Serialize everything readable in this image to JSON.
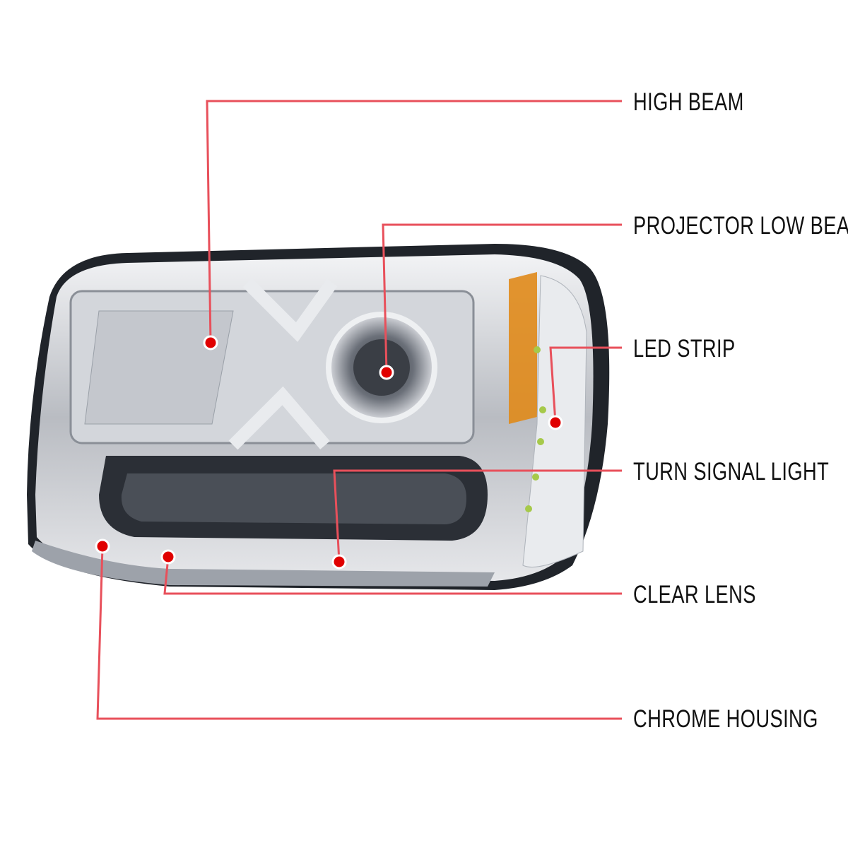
{
  "callouts": [
    {
      "id": "high-beam",
      "label": "HIGH BEAM"
    },
    {
      "id": "projector-low-beam",
      "label": "PROJECTOR LOW BEAM"
    },
    {
      "id": "led-strip",
      "label": "LED STRIP"
    },
    {
      "id": "turn-signal-light",
      "label": "TURN SIGNAL LIGHT"
    },
    {
      "id": "clear-lens",
      "label": "CLEAR LENS"
    },
    {
      "id": "chrome-housing",
      "label": "CHROME HOUSING"
    }
  ],
  "colors": {
    "leader": "#e8505b",
    "dot": "#e00000",
    "text": "#111111",
    "amber": "#e08a1a"
  }
}
